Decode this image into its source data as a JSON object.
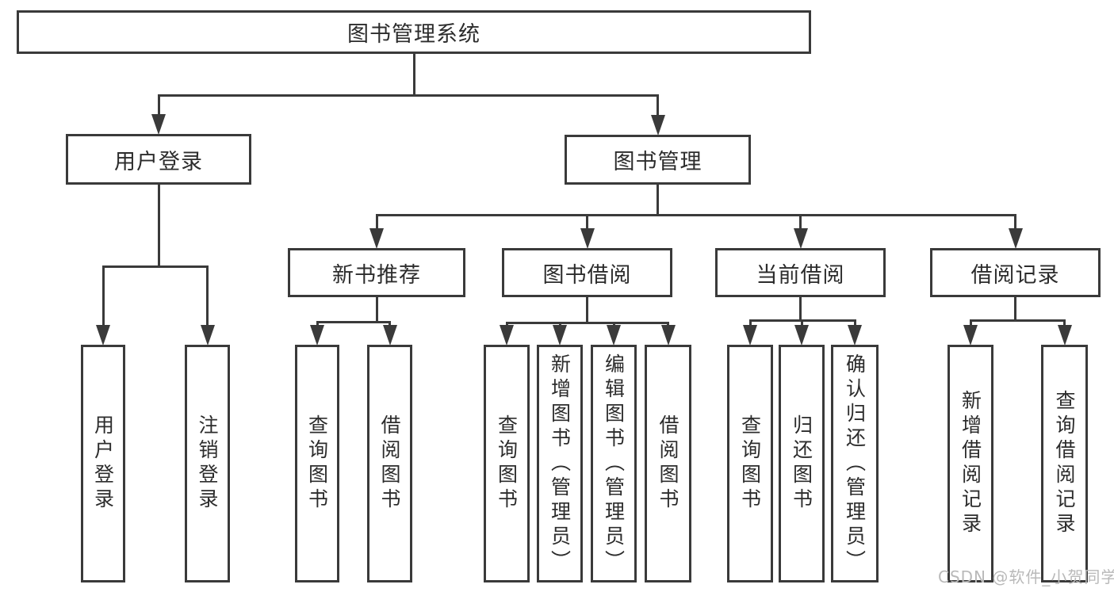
{
  "diagram": {
    "watermark": "CSDN @软件_小贺同学",
    "colors": {
      "line": "#3a3a3a",
      "text": "#2c2c2c",
      "background": "#ffffff",
      "watermark": "#b9b9b9"
    },
    "tree": {
      "id": "library-system",
      "label": "图书管理系统",
      "children": [
        {
          "id": "user-login",
          "label": "用户登录",
          "children": [
            {
              "id": "login",
              "label": "用户登录"
            },
            {
              "id": "logout",
              "label": "注销登录"
            }
          ]
        },
        {
          "id": "book-management",
          "label": "图书管理",
          "children": [
            {
              "id": "new-book-recommend",
              "label": "新书推荐",
              "children": [
                {
                  "id": "query-books-1",
                  "label": "查询图书"
                },
                {
                  "id": "borrow-books-1",
                  "label": "借阅图书"
                }
              ]
            },
            {
              "id": "book-borrowing",
              "label": "图书借阅",
              "children": [
                {
                  "id": "query-books-2",
                  "label": "查询图书"
                },
                {
                  "id": "add-books-admin",
                  "label": "新增图书（管理员）"
                },
                {
                  "id": "edit-books-admin",
                  "label": "编辑图书（管理员）"
                },
                {
                  "id": "borrow-books-2",
                  "label": "借阅图书"
                }
              ]
            },
            {
              "id": "current-borrowing",
              "label": "当前借阅",
              "children": [
                {
                  "id": "query-books-3",
                  "label": "查询图书"
                },
                {
                  "id": "return-books",
                  "label": "归还图书"
                },
                {
                  "id": "confirm-return-admin",
                  "label": "确认归还（管理员）"
                }
              ]
            },
            {
              "id": "borrowing-records",
              "label": "借阅记录",
              "children": [
                {
                  "id": "add-borrow-record",
                  "label": "新增借阅记录"
                },
                {
                  "id": "query-borrow-record",
                  "label": "查询借阅记录"
                }
              ]
            }
          ]
        }
      ]
    }
  }
}
